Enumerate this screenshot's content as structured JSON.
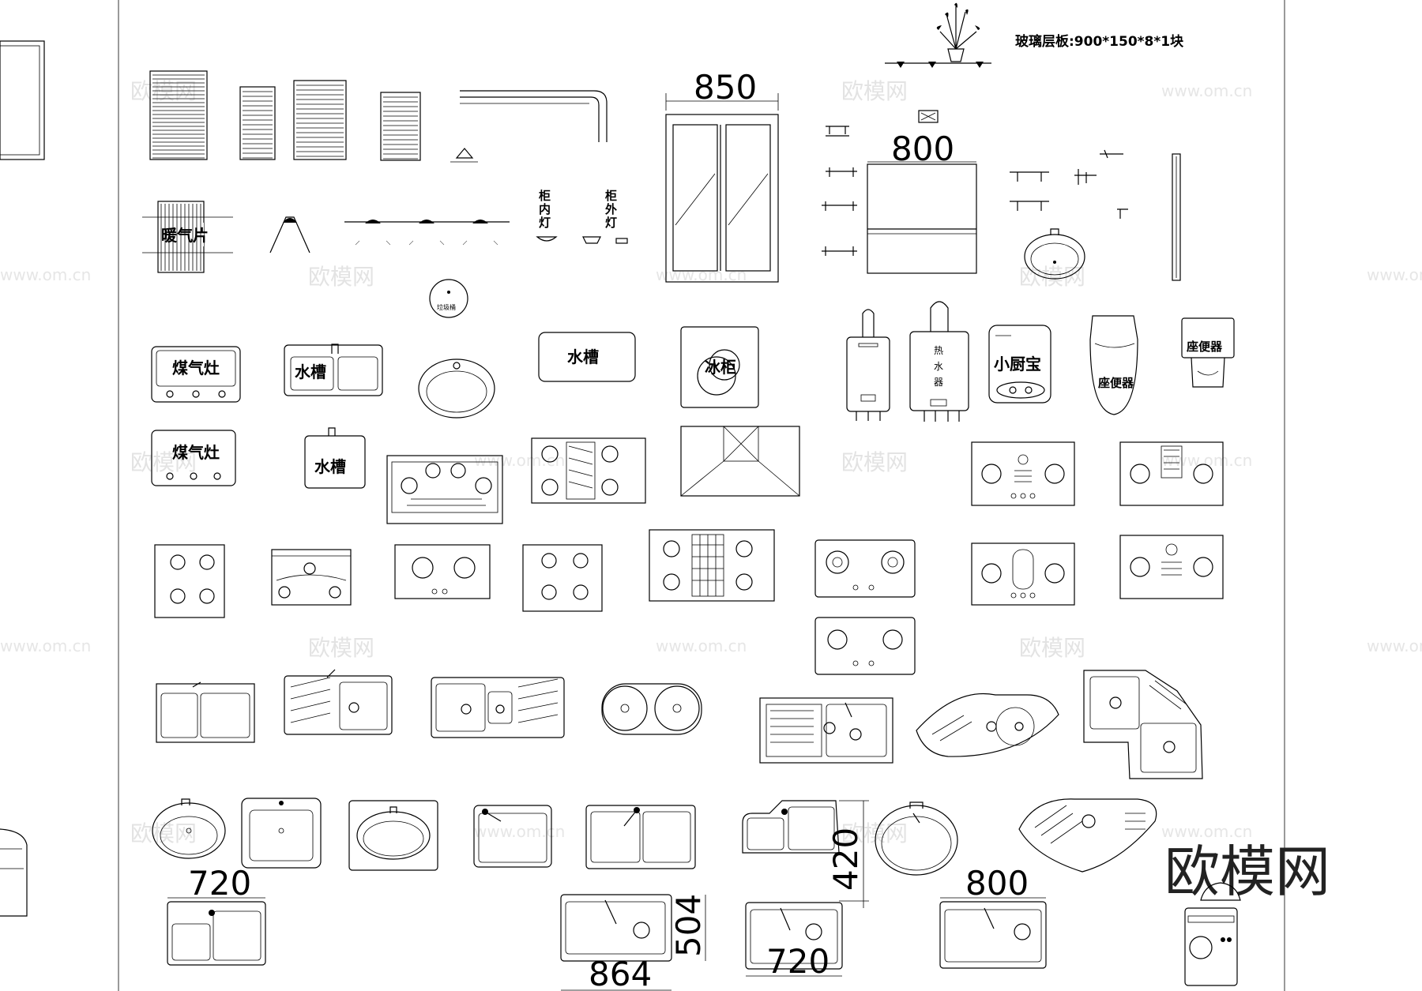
{
  "drawing": {
    "shelf_note": "玻璃层板:900*150*8*1块",
    "labels": {
      "radiator": "暖气片",
      "cabinet_inner_light": "柜\n内\n灯",
      "cabinet_outer_light": "柜\n外\n灯",
      "disposal": "垃圾桶",
      "gas_stove": "煤气灶",
      "sink": "水槽",
      "fridge": "冰柜",
      "water_heater": "热\n水\n器",
      "kitchen_treasure": "小厨宝",
      "toilet": "座便器"
    },
    "dimensions": {
      "d850": "850",
      "d800a": "800",
      "d720a": "720",
      "d864": "864",
      "d504": "504",
      "d420": "420",
      "d720b": "720",
      "d800b": "800"
    },
    "watermark": {
      "brand": "欧模网",
      "url": "www.om.cn"
    }
  }
}
